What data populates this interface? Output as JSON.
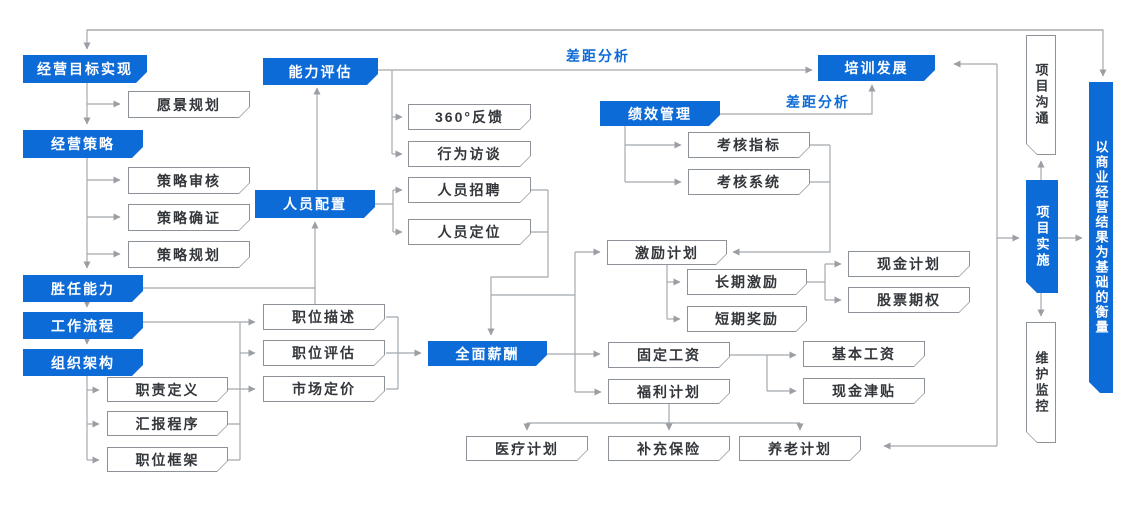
{
  "diagram": {
    "colors": {
      "primary_blue": "#0d6bd7",
      "box_border_gray": "#8d9299",
      "connector_gray": "#a5a9ad",
      "box_text": "#33363a"
    },
    "edge_labels": {
      "gap_analysis_top": "差距分析",
      "gap_analysis_right": "差距分析"
    },
    "nodes": {
      "business_goal": {
        "label": "经营目标实现"
      },
      "vision_planning": {
        "label": "愿景规划"
      },
      "business_strategy": {
        "label": "经营策略"
      },
      "strategy_review": {
        "label": "策略审核"
      },
      "strategy_validation": {
        "label": "策略确证"
      },
      "strategy_planning": {
        "label": "策略规划"
      },
      "competency": {
        "label": "胜任能力"
      },
      "workflow": {
        "label": "工作流程"
      },
      "org_structure": {
        "label": "组织架构"
      },
      "responsibility_definition": {
        "label": "职责定义"
      },
      "reporting_procedure": {
        "label": "汇报程序"
      },
      "position_framework": {
        "label": "职位框架"
      },
      "capability_assessment": {
        "label": "能力评估"
      },
      "feedback_360": {
        "label": "360°反馈"
      },
      "behavioral_interview": {
        "label": "行为访谈"
      },
      "staffing": {
        "label": "人员配置"
      },
      "recruitment": {
        "label": "人员招聘"
      },
      "personnel_positioning": {
        "label": "人员定位"
      },
      "job_description": {
        "label": "职位描述"
      },
      "job_evaluation": {
        "label": "职位评估"
      },
      "market_pricing": {
        "label": "市场定价"
      },
      "total_compensation": {
        "label": "全面薪酬"
      },
      "performance_mgmt": {
        "label": "绩效管理"
      },
      "assessment_indicators": {
        "label": "考核指标"
      },
      "assessment_system": {
        "label": "考核系统"
      },
      "training_development": {
        "label": "培训发展"
      },
      "incentive_plan": {
        "label": "激励计划"
      },
      "long_term_incentive": {
        "label": "长期激励"
      },
      "short_term_reward": {
        "label": "短期奖励"
      },
      "cash_plan": {
        "label": "现金计划"
      },
      "stock_options": {
        "label": "股票期权"
      },
      "fixed_salary": {
        "label": "固定工资"
      },
      "base_salary": {
        "label": "基本工资"
      },
      "cash_allowance": {
        "label": "现金津贴"
      },
      "benefit_plan": {
        "label": "福利计划"
      },
      "medical_plan": {
        "label": "医疗计划"
      },
      "supplementary_insurance": {
        "label": "补充保险"
      },
      "pension_plan": {
        "label": "养老计划"
      },
      "project_communication": {
        "label": "项目沟通"
      },
      "project_implementation": {
        "label": "项目实施"
      },
      "maintenance_monitoring": {
        "label": "维护监控"
      },
      "business_results_measure": {
        "label": "以商业经营结果为基础的衡量"
      }
    }
  }
}
